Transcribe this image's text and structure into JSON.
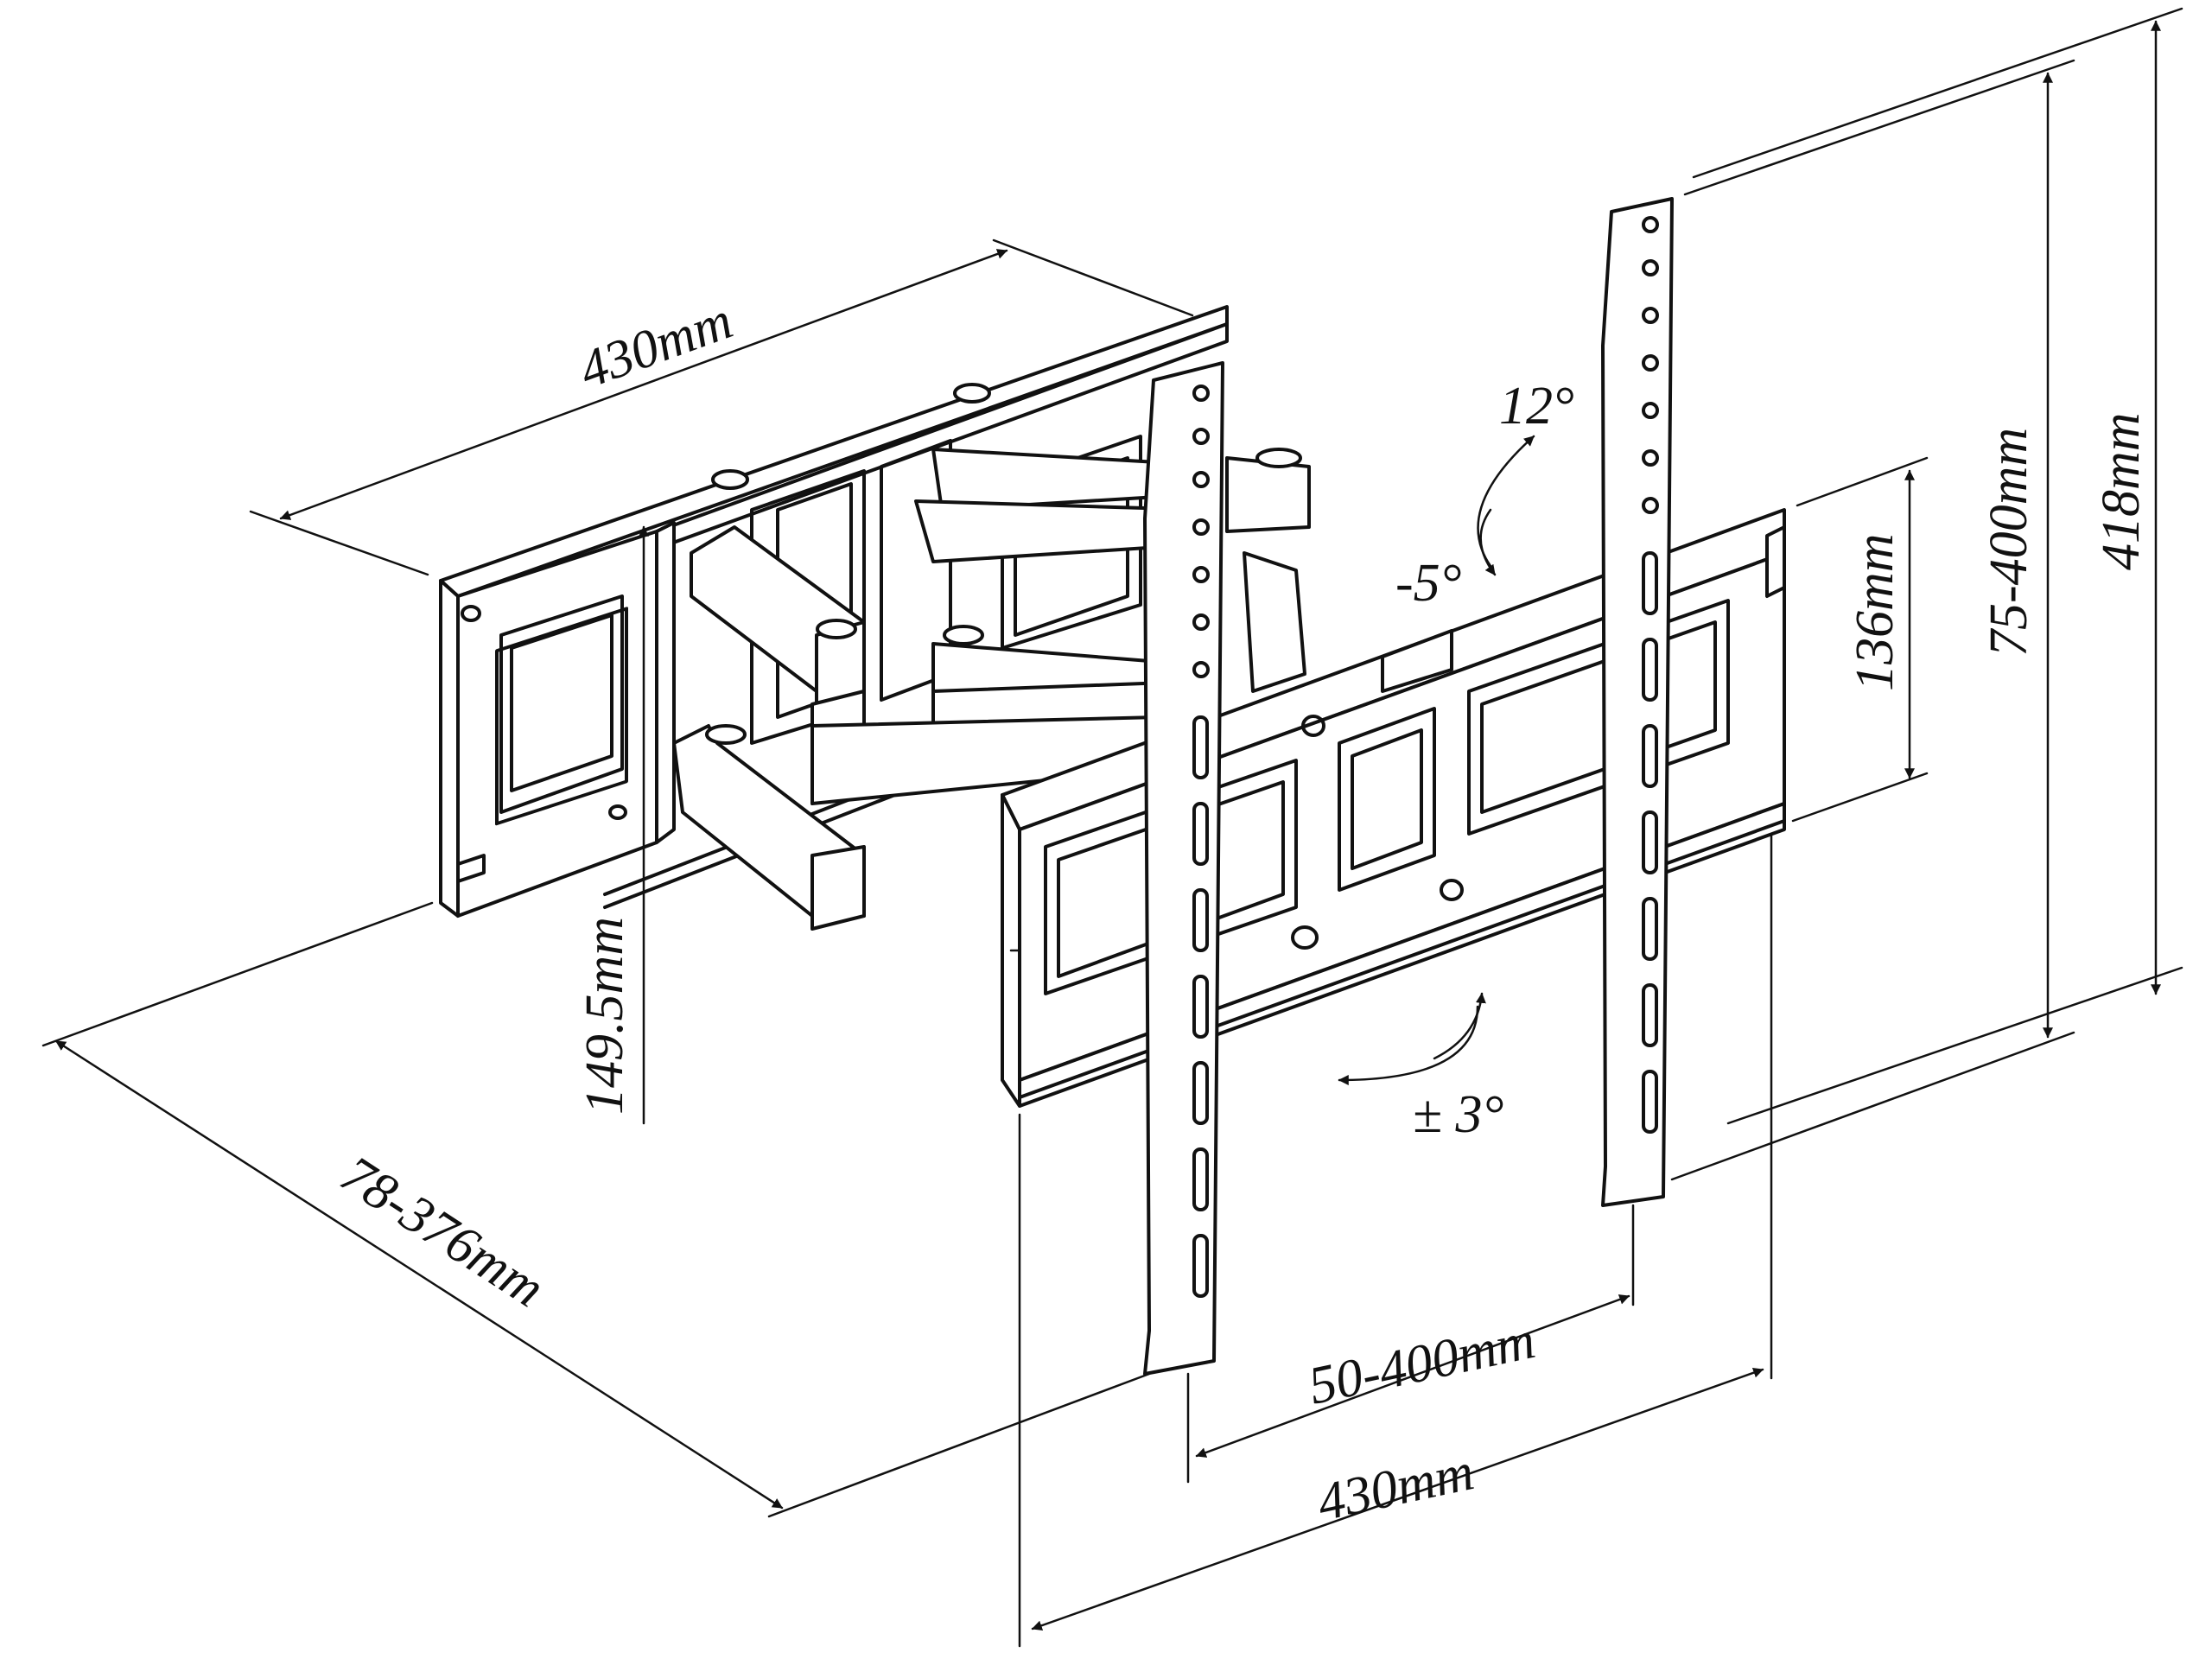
{
  "figure": {
    "labels": {
      "wall_plate_width": "430mm",
      "wall_plate_height": "149.5mm",
      "arm_extension": "78-376mm",
      "tilt_up": "12°",
      "tilt_down": "-5°",
      "swivel": "± 3°",
      "vesa_vertical": "136mm",
      "vesa_vertical_range": "75-400mm",
      "overall_height": "418mm",
      "vesa_horizontal": "50-400mm",
      "tv_bracket_width": "430mm"
    }
  }
}
